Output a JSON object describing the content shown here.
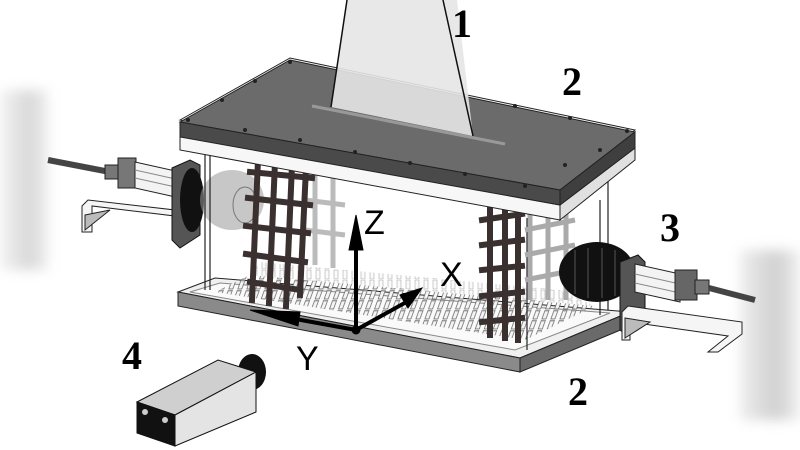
{
  "figure": {
    "description": "Isometric schematic of an experimental chamber with pin-array base, grid walls, actuators and camera",
    "callouts": [
      {
        "id": "1",
        "label": "1",
        "meaning": "vertical sheet/light plane through top slot"
      },
      {
        "id": "2a",
        "label": "2",
        "meaning": "top plate"
      },
      {
        "id": "2b",
        "label": "2",
        "meaning": "bottom plate"
      },
      {
        "id": "3",
        "label": "3",
        "meaning": "linear actuator with bellows"
      },
      {
        "id": "4",
        "label": "4",
        "meaning": "camera"
      }
    ],
    "axes": {
      "x": "X",
      "y": "Y",
      "z": "Z"
    }
  },
  "colors": {
    "plate_top": "#6b6b6b",
    "plate_edge": "#4a4a4a",
    "plate_light": "#e4e4e4",
    "grid": "#3a3030",
    "bellows": "#111111",
    "camera_body": "#d6d6d6",
    "background": "#ffffff"
  }
}
